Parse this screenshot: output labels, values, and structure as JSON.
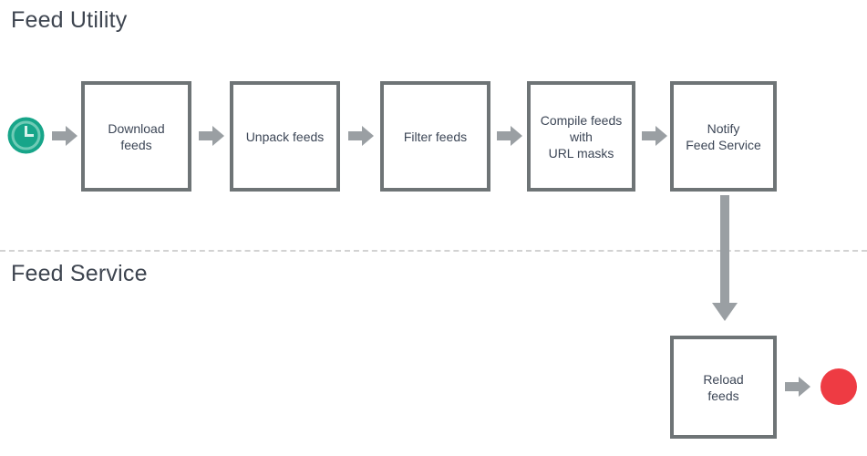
{
  "diagram": {
    "title_utility": "Feed Utility",
    "title_service": "Feed Service",
    "colors": {
      "box_border": "#6e7476",
      "box_fill": "#ffffff",
      "text": "#3c4656",
      "lane_title": "#3e4550",
      "arrow": "#9a9fa3",
      "divider": "#d2d2d2",
      "start_node": "#17a589",
      "start_node_ring": "#4cbfa6",
      "end_node": "#ee3b43"
    }
  },
  "lanes": [
    {
      "name": "feed-utility",
      "label": "Feed Utility",
      "steps": [
        {
          "id": "download",
          "label": "Download\nfeeds"
        },
        {
          "id": "unpack",
          "label": "Unpack feeds"
        },
        {
          "id": "filter",
          "label": "Filter feeds"
        },
        {
          "id": "compile",
          "label": "Compile feeds\nwith\nURL masks"
        },
        {
          "id": "notify",
          "label": "Notify\nFeed Service"
        }
      ]
    },
    {
      "name": "feed-service",
      "label": "Feed Service",
      "steps": [
        {
          "id": "reload",
          "label": "Reload\nfeeds"
        }
      ]
    }
  ],
  "nodes": {
    "start": {
      "icon": "clock-icon",
      "shape": "circle",
      "color": "#17a589"
    },
    "end": {
      "icon": "end-node-icon",
      "shape": "circle",
      "color": "#ee3b43"
    }
  },
  "connectors": [
    {
      "id": "arrow-1",
      "from": "start",
      "to": "download",
      "direction": "right"
    },
    {
      "id": "arrow-2",
      "from": "download",
      "to": "unpack",
      "direction": "right"
    },
    {
      "id": "arrow-3",
      "from": "unpack",
      "to": "filter",
      "direction": "right"
    },
    {
      "id": "arrow-4",
      "from": "filter",
      "to": "compile",
      "direction": "right"
    },
    {
      "id": "arrow-5",
      "from": "compile",
      "to": "notify",
      "direction": "right"
    },
    {
      "id": "arrow-v",
      "from": "notify",
      "to": "reload",
      "direction": "down"
    },
    {
      "id": "arrow-6",
      "from": "reload",
      "to": "end",
      "direction": "right"
    }
  ]
}
